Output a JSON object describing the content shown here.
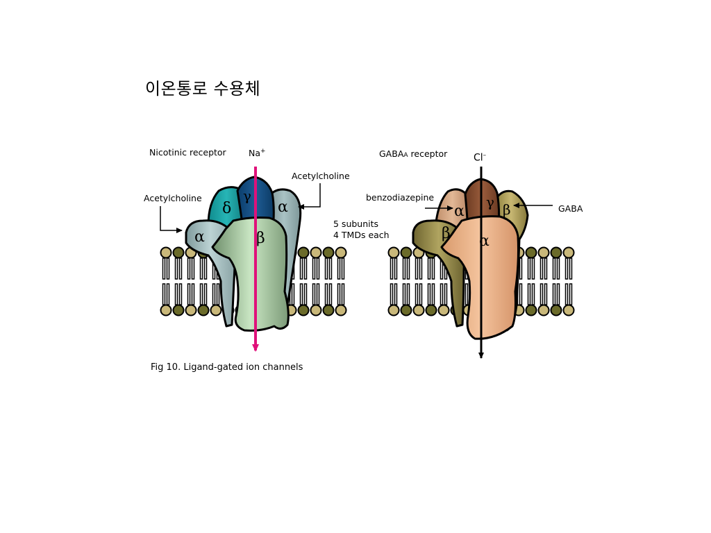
{
  "slide": {
    "title": "이온통로 수용체"
  },
  "nicotinic": {
    "name": "Nicotinic receptor",
    "ion": "Na",
    "ion_charge": "+",
    "ligand_left": "Acetylcholine",
    "ligand_right": "Acetylcholine",
    "subunits": {
      "delta": "δ",
      "gamma": "γ",
      "alpha_right": "α",
      "alpha_left": "α",
      "beta": "β"
    }
  },
  "note": {
    "line1": "5 subunits",
    "line2": "4 TMDs each"
  },
  "gaba": {
    "name_main": "GABA",
    "name_sub": "A",
    "name_rest": " receptor",
    "ion": "Cl",
    "ion_charge": "–",
    "ligand_left": "benzodiazepine",
    "ligand_right": "GABA",
    "subunits": {
      "alpha_left": "α",
      "gamma": "γ",
      "beta_right": "β",
      "beta_left": "β",
      "alpha_front": "α"
    }
  },
  "caption": "Fig 10. Ligand-gated ion channels",
  "colors": {
    "pore_arrow_nicotinic": "#e0117a",
    "lipid_head": "#c9b87a",
    "lipid_head_dark": "#6b6b2a"
  }
}
